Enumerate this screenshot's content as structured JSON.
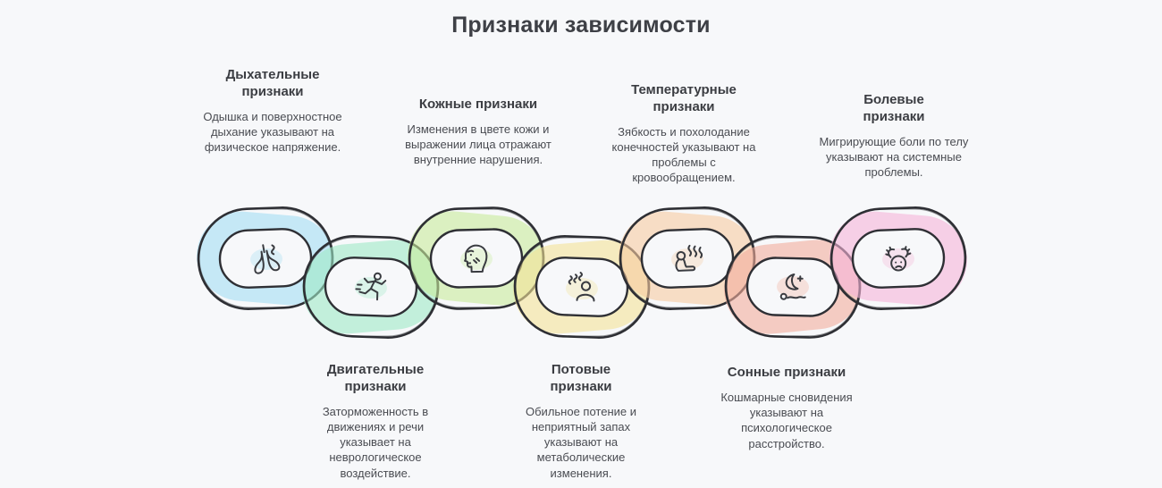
{
  "title": "Признаки зависимости",
  "colors": {
    "background": "#f7f8fa",
    "ink": "#2e2f34",
    "text_heading": "#3b3d42",
    "text_body": "#4a4c52"
  },
  "links": [
    {
      "heading": "Дыхательные признаки",
      "description": "Одышка и поверхностное дыхание указывают на физическое напряжение.",
      "color": "#a3ddf3",
      "icon": "lungs-icon",
      "label_position": "top"
    },
    {
      "heading": "Двигательные признаки",
      "description": "Заторможенность в движениях и речи указывает на неврологическое воздействие.",
      "color": "#9fe9c6",
      "icon": "running-person-icon",
      "label_position": "bottom"
    },
    {
      "heading": "Кожные признаки",
      "description": "Изменения в цвете кожи и выражении лица отражают внутренние нарушения.",
      "color": "#c8eb9b",
      "icon": "face-profile-icon",
      "label_position": "top"
    },
    {
      "heading": "Потовые признаки",
      "description": "Обильное потение и неприятный запах указывают на метаболические изменения.",
      "color": "#f3e297",
      "icon": "sweating-person-icon",
      "label_position": "bottom"
    },
    {
      "heading": "Температурные признаки",
      "description": "Зябкость и похолодание конечностей указывают на проблемы с кровообращением.",
      "color": "#f6cba2",
      "icon": "overheated-person-icon",
      "label_position": "top"
    },
    {
      "heading": "Сонные признаки",
      "description": "Кошмарные сновидения указывают на психологическое расстройство.",
      "color": "#f2ae9c",
      "icon": "moon-sleep-icon",
      "label_position": "bottom"
    },
    {
      "heading": "Болевые признаки",
      "description": "Мигрирующие боли по телу указывают на системные проблемы.",
      "color": "#f5b4d8",
      "icon": "pain-head-icon",
      "label_position": "top"
    }
  ]
}
